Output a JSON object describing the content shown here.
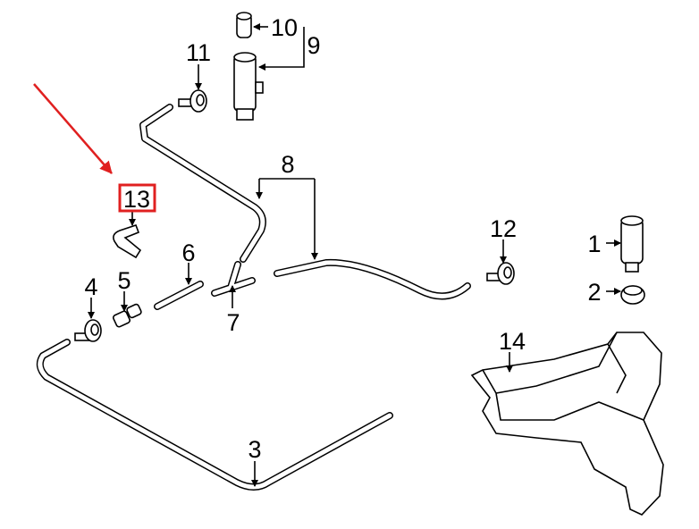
{
  "diagram": {
    "highlight_color": "#e02020",
    "callouts": {
      "c1": "1",
      "c2": "2",
      "c3": "3",
      "c4": "4",
      "c5": "5",
      "c6": "6",
      "c7": "7",
      "c8": "8",
      "c9": "9",
      "c10": "10",
      "c11": "11",
      "c12": "12",
      "c13": "13",
      "c14": "14"
    },
    "highlighted_part": "13"
  }
}
